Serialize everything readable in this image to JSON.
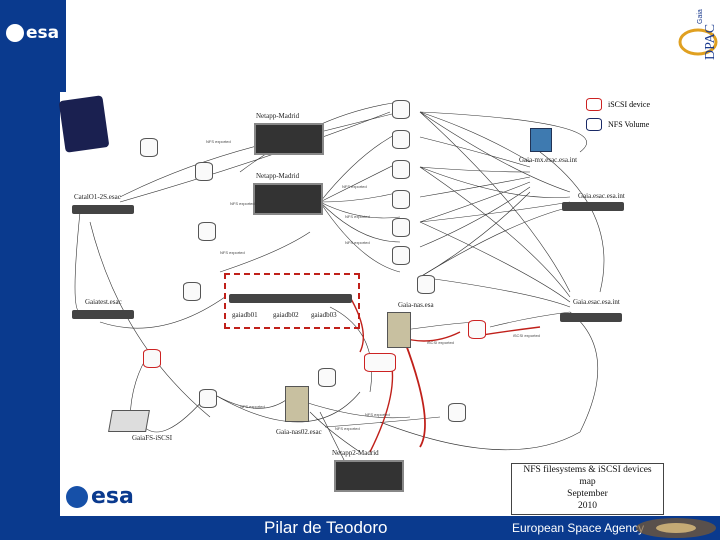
{
  "header": {
    "esa_logo_text": "esa",
    "dpac_logo_text": "DPAC",
    "gaia_logo_text": "Gaia"
  },
  "legend": {
    "iscsi_label": "iSCSI device",
    "nfs_label": "NFS Volume",
    "iscsi_color": "#cc2222",
    "nfs_color": "#1a2a66"
  },
  "diagram": {
    "title_lines": [
      "NFS filesystems & iSCSI devices",
      "map",
      "September",
      "2010"
    ],
    "nodes": {
      "netapp_top": "Netapp-Madrid",
      "netapp_mid": "Netapp-Madrid",
      "netapp_bottom": "Netapp2-Madrid",
      "catali": "CatalO1-2S.esac",
      "gaiatest": "Gaiatest.esac",
      "gaiadb01": "gaiadb01",
      "gaiadb02": "gaiadb02",
      "gaiadb03": "gaiadb03",
      "gaia_mx_right": "Gaia-mx.esac.esa.int",
      "gaia_cluster": "Gaia.esac.esa.int",
      "gaia_esac_node": "Gaia.esac.esa.int",
      "gaia_nas": "Gaia-nas.esa",
      "gaia_nas02": "Gaia-nas02.esac",
      "gaia_disk": "GaiaFS-iSCSI"
    },
    "tiny_labels": [
      "NFS exported",
      "NFS exported",
      "NFS exported",
      "NFS exported",
      "NFS exported",
      "iSCSI exported",
      "iSCSI exported",
      "NFS exported",
      "NFS exported",
      "NFS exported",
      "NFS exported"
    ]
  },
  "footer": {
    "presenter": "Pilar de Teodoro",
    "agency": "European Space Agency"
  },
  "colors": {
    "brand_blue": "#0a3a8e",
    "highlight_red": "#c0201a"
  }
}
